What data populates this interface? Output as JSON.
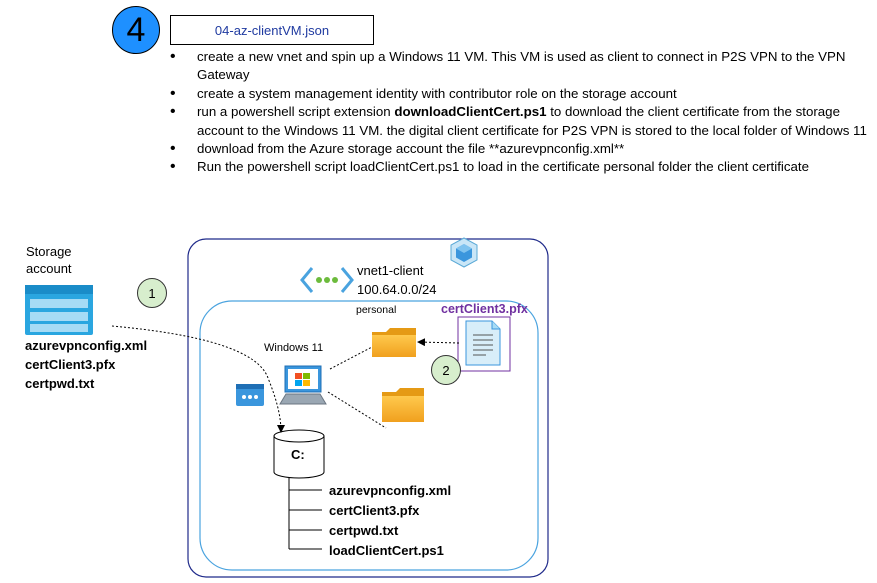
{
  "header": {
    "step_number": "4",
    "file_name": "04-az-clientVM.json"
  },
  "bullets": [
    {
      "pre": "create a new vnet and spin up a Windows 11 VM. This VM is used as client to connect in P2S VPN to the VPN Gateway",
      "bold": "",
      "post": ""
    },
    {
      "pre": "create a system management identity with contributor role on the storage account",
      "bold": "",
      "post": ""
    },
    {
      "pre": "run a powershell script extension ",
      "bold": "downloadClientCert.ps1",
      "post": " to download the client certificate from the storage account to the Windows 11 VM. the digital client certificate for P2S VPN is stored to the local folder of Windows 11"
    },
    {
      "pre": "download from the Azure storage account the file **azurevpnconfig.xml**",
      "bold": "",
      "post": ""
    },
    {
      "pre": "Run the powershell script loadClientCert.ps1 to load in the certificate personal folder the client certificate",
      "bold": "",
      "post": ""
    }
  ],
  "storage": {
    "label_line1": "Storage",
    "label_line2": "account",
    "files": [
      "azurevpnconfig.xml",
      "certClient3.pfx",
      "certpwd.txt"
    ],
    "icon": "storage-account-icon"
  },
  "vnet": {
    "name": "vnet1-client",
    "address": "100.64.0.0/24",
    "icon": "vnet-icon"
  },
  "vm": {
    "label": "Windows 11",
    "icon": "windows-vm-icon"
  },
  "folders": {
    "personal_label": "personal",
    "icon": "folder-icon"
  },
  "certificate": {
    "name": "certClient3.pfx",
    "color": "#7030a0",
    "icon": "certificate-icon"
  },
  "drive": {
    "label": "C:",
    "files": [
      "azurevpnconfig.xml",
      "certClient3.pfx",
      "certpwd.txt",
      "loadClientCert.ps1"
    ]
  },
  "markers": {
    "step1": "1",
    "step2": "2"
  },
  "colors": {
    "step_circle": "#1e90ff",
    "outer_border": "#1f2a8a",
    "inner_border": "#4aa3df",
    "folder": "#f5a623",
    "marker_fill": "#d7eecd"
  }
}
